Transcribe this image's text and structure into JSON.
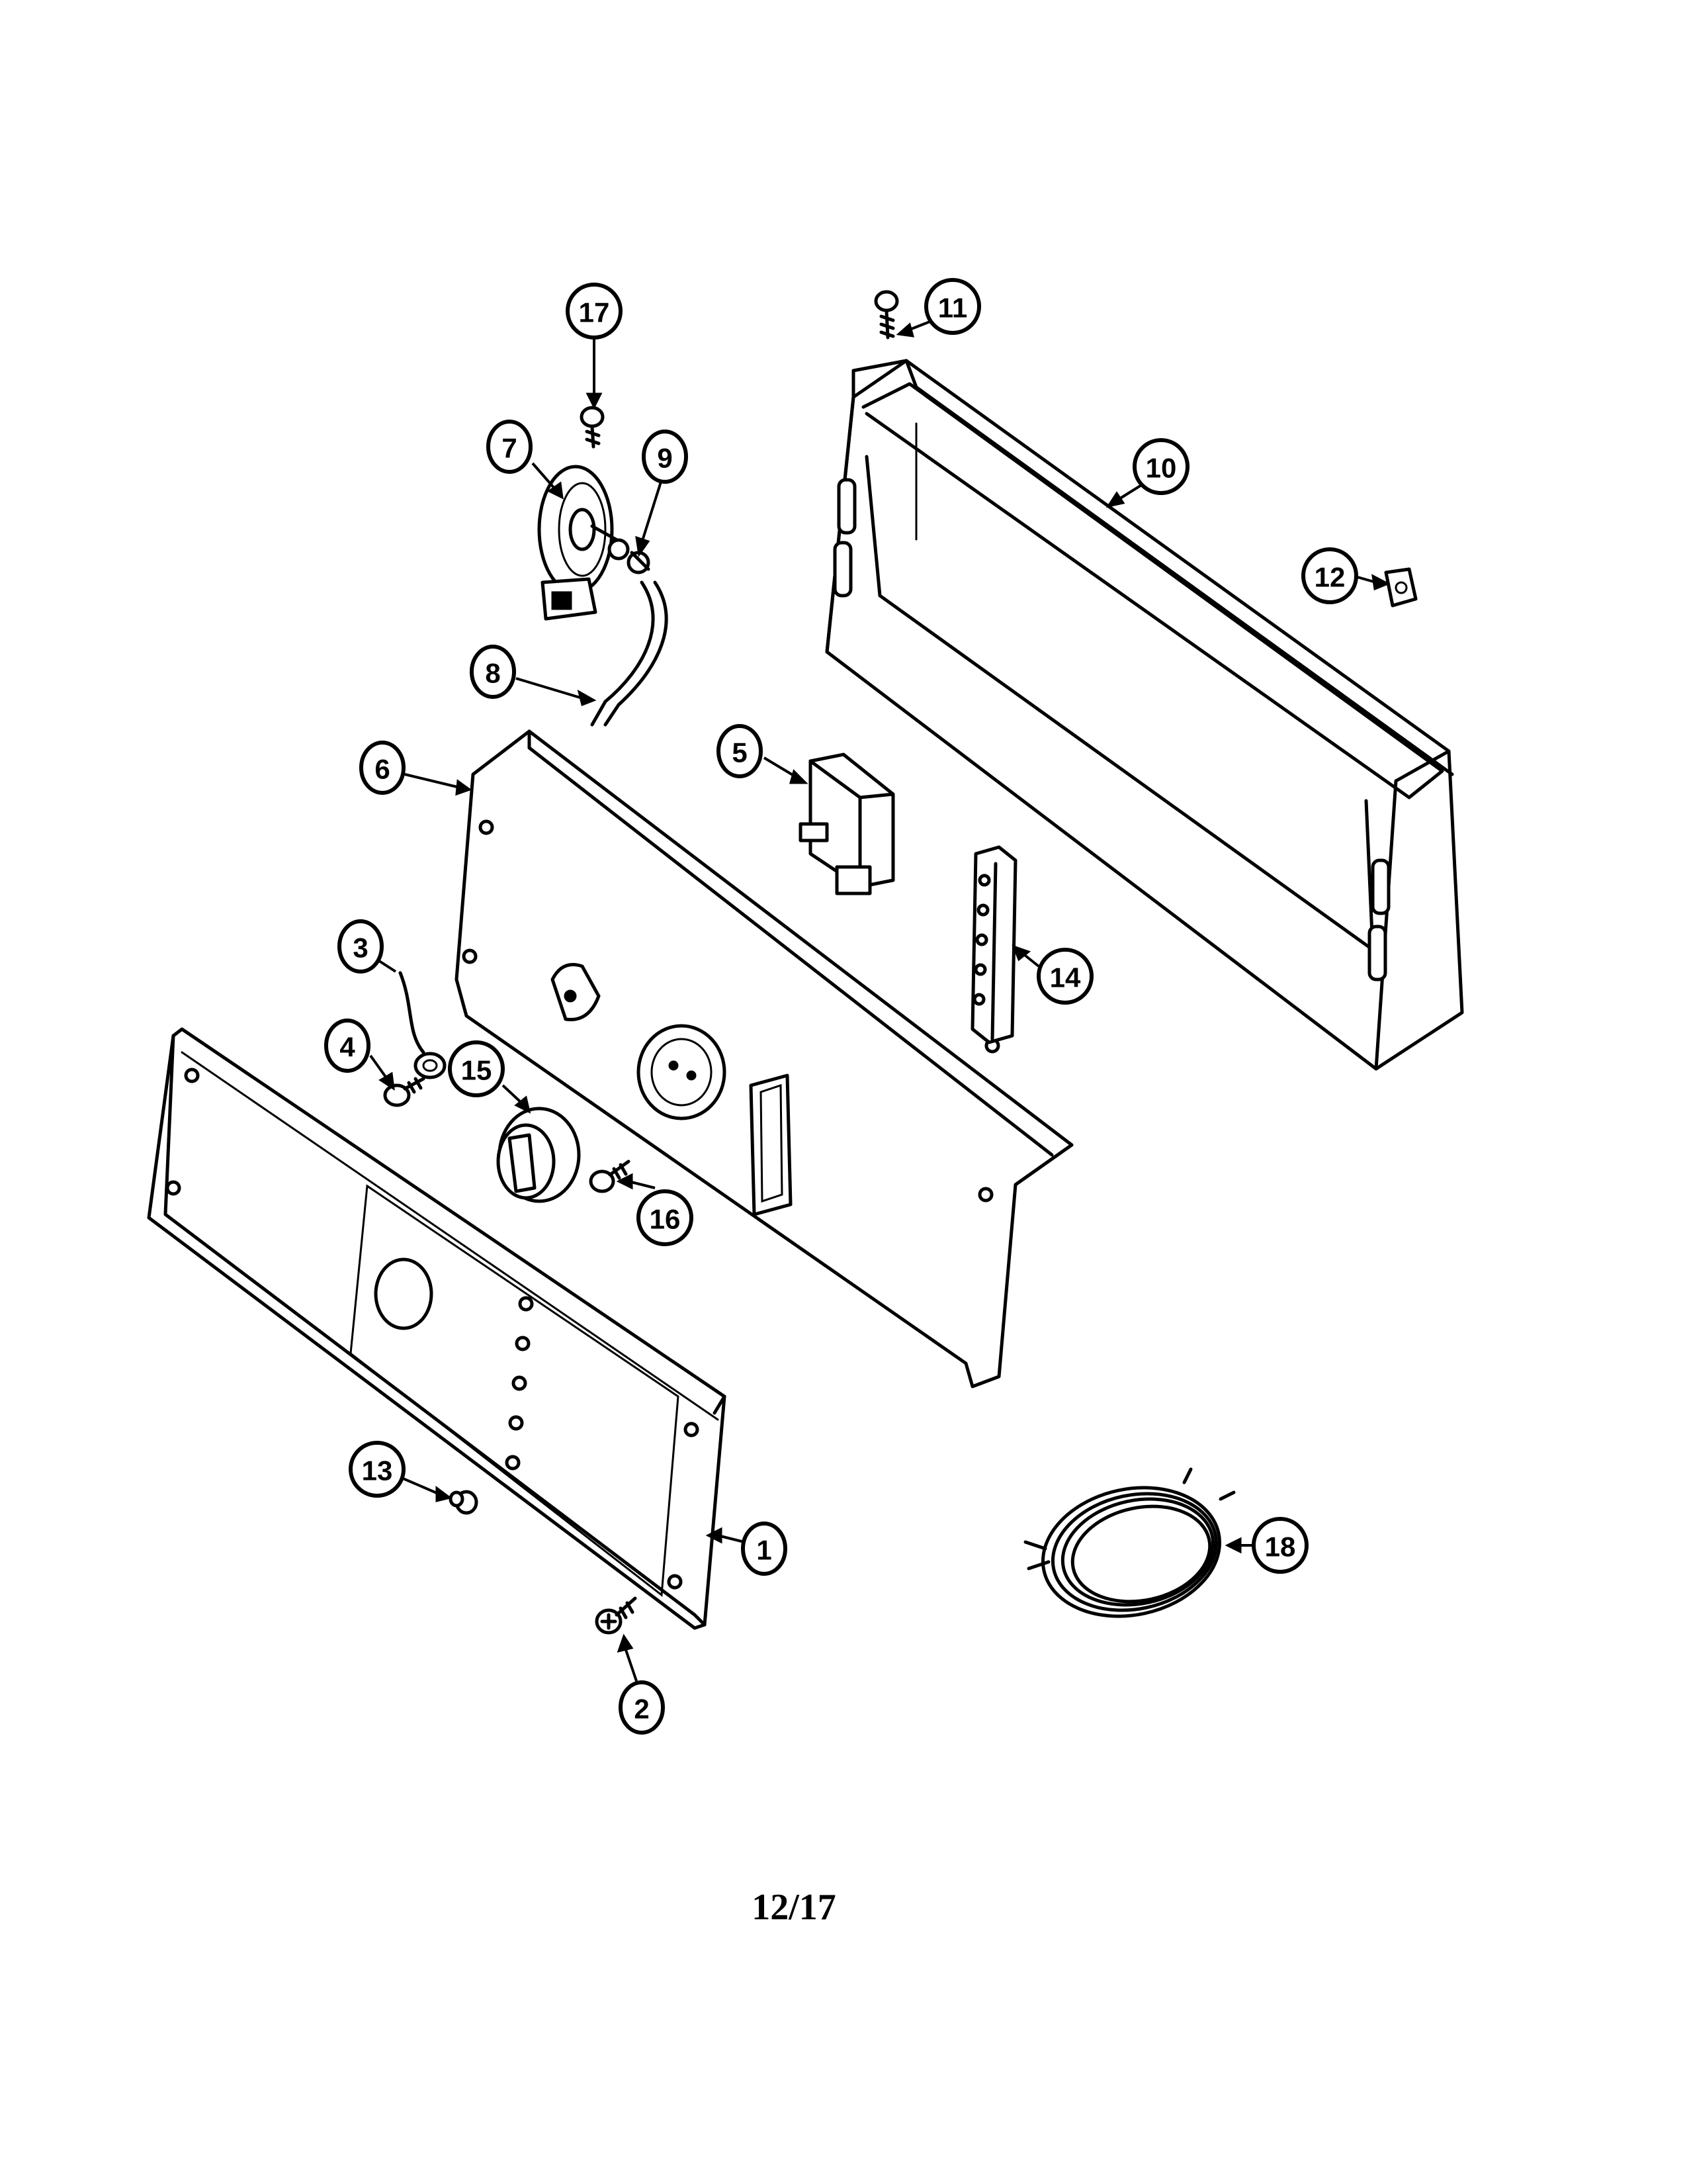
{
  "diagram": {
    "callouts": [
      {
        "id": "c1",
        "label": "1"
      },
      {
        "id": "c2",
        "label": "2"
      },
      {
        "id": "c3",
        "label": "3"
      },
      {
        "id": "c4",
        "label": "4"
      },
      {
        "id": "c5",
        "label": "5"
      },
      {
        "id": "c6",
        "label": "6"
      },
      {
        "id": "c7",
        "label": "7"
      },
      {
        "id": "c8",
        "label": "8"
      },
      {
        "id": "c9",
        "label": "9"
      },
      {
        "id": "c10",
        "label": "10"
      },
      {
        "id": "c11",
        "label": "11"
      },
      {
        "id": "c12",
        "label": "12"
      },
      {
        "id": "c13",
        "label": "13"
      },
      {
        "id": "c14",
        "label": "14"
      },
      {
        "id": "c15",
        "label": "15"
      },
      {
        "id": "c16",
        "label": "16"
      },
      {
        "id": "c17",
        "label": "17"
      },
      {
        "id": "c18",
        "label": "18"
      }
    ]
  },
  "page": {
    "number": "12/17"
  }
}
